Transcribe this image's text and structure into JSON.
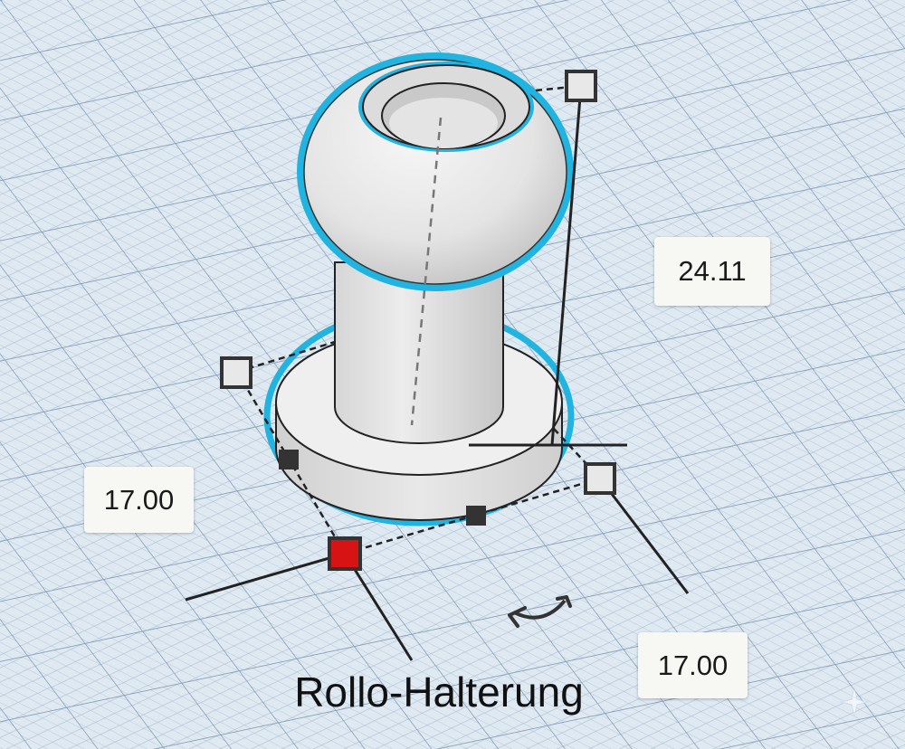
{
  "shape": {
    "name": "Rollo-Halterung",
    "dimensions": {
      "height": "24.11",
      "width": "17.00",
      "depth": "17.00"
    }
  },
  "colors": {
    "grid_background": "#dfe9f2",
    "grid_line": "#9fb3c8",
    "selection_outline": "#22b4e0",
    "shape_fill": "#e6e6e6",
    "handle_active": "#d81313"
  },
  "icons": [
    "rotate-arrow-icon",
    "sparkle-icon"
  ]
}
